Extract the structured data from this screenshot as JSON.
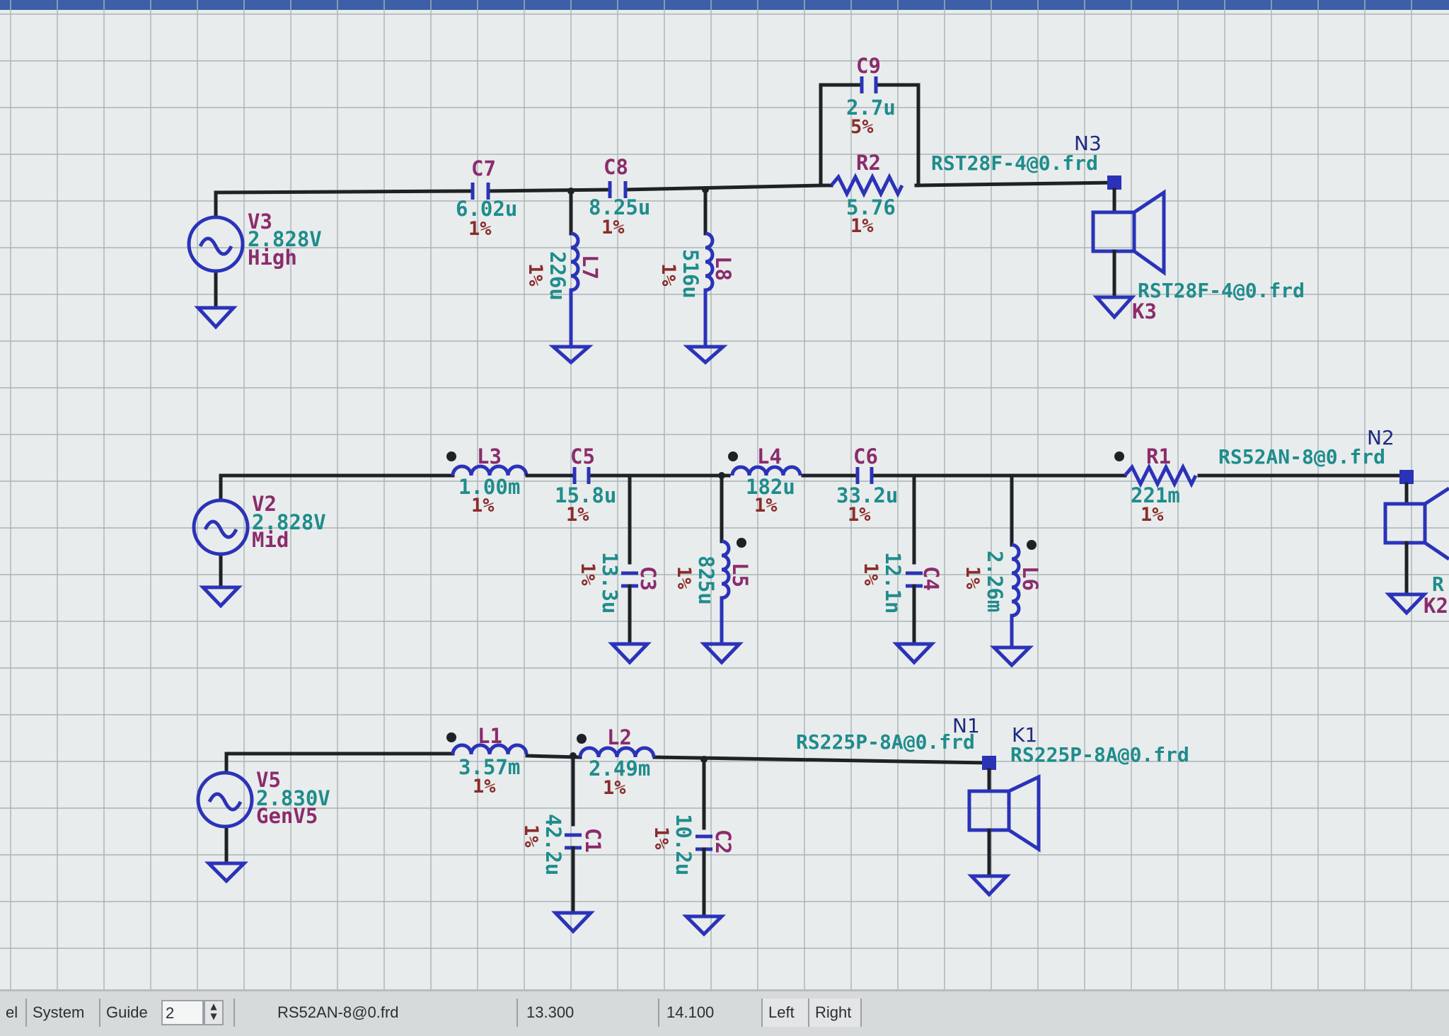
{
  "colors": {
    "background": "#e9ecec",
    "grid": "#a9b3b6",
    "wire": "#1e2226",
    "component": "#2a33b8",
    "designator": "#8a2c6c",
    "value": "#1f8c8c",
    "tolerance": "#8a2c2c"
  },
  "sources": [
    {
      "ref": "V3",
      "value": "2.828V",
      "name": "High"
    },
    {
      "ref": "V2",
      "value": "2.828V",
      "name": "Mid"
    },
    {
      "ref": "V5",
      "value": "2.830V",
      "name": "GenV5"
    }
  ],
  "components": {
    "C7": {
      "ref": "C7",
      "value": "6.02u",
      "tol": "1%"
    },
    "C8": {
      "ref": "C8",
      "value": "8.25u",
      "tol": "1%"
    },
    "C9": {
      "ref": "C9",
      "value": "2.7u",
      "tol": "5%"
    },
    "R2": {
      "ref": "R2",
      "value": "5.76",
      "tol": "1%"
    },
    "L7": {
      "ref": "L7",
      "value": "226u",
      "tol": "1%"
    },
    "L8": {
      "ref": "L8",
      "value": "516u",
      "tol": "1%"
    },
    "L3": {
      "ref": "L3",
      "value": "1.00m",
      "tol": "1%"
    },
    "C5": {
      "ref": "C5",
      "value": "15.8u",
      "tol": "1%"
    },
    "L4": {
      "ref": "L4",
      "value": "182u",
      "tol": "1%"
    },
    "C6": {
      "ref": "C6",
      "value": "33.2u",
      "tol": "1%"
    },
    "R1": {
      "ref": "R1",
      "value": "221m",
      "tol": "1%"
    },
    "C3": {
      "ref": "C3",
      "value": "13.3u",
      "tol": "1%"
    },
    "L5": {
      "ref": "L5",
      "value": "825u",
      "tol": "1%"
    },
    "C4": {
      "ref": "C4",
      "value": "12.1n",
      "tol": "1%"
    },
    "L6": {
      "ref": "L6",
      "value": "2.26m",
      "tol": "1%"
    },
    "L1": {
      "ref": "L1",
      "value": "3.57m",
      "tol": "1%"
    },
    "L2": {
      "ref": "L2",
      "value": "2.49m",
      "tol": "1%"
    },
    "C1": {
      "ref": "C1",
      "value": "42.2u",
      "tol": "1%"
    },
    "C2": {
      "ref": "C2",
      "value": "10.2u",
      "tol": "1%"
    }
  },
  "nodes": {
    "N1": "N1",
    "N2": "N2",
    "N3": "N3"
  },
  "drivers": {
    "K3": {
      "ref": "K3",
      "file": "RST28F-4@0.frd",
      "net_label": "RST28F-4@0.frd"
    },
    "K2": {
      "ref": "K2",
      "file": "R",
      "net_label": "RS52AN-8@0.frd"
    },
    "K1": {
      "ref": "K1",
      "file": "RS225P-8A@0.frd",
      "net_label": "RS225P-8A@0.frd"
    }
  },
  "statusbar": {
    "tab_left": "el",
    "system_label": "System",
    "guide_label": "Guide",
    "guide_value": "2",
    "file": "RS52AN-8@0.frd",
    "coord_x": "13.300",
    "coord_y": "14.100",
    "left_label": "Left",
    "right_label": "Right"
  }
}
